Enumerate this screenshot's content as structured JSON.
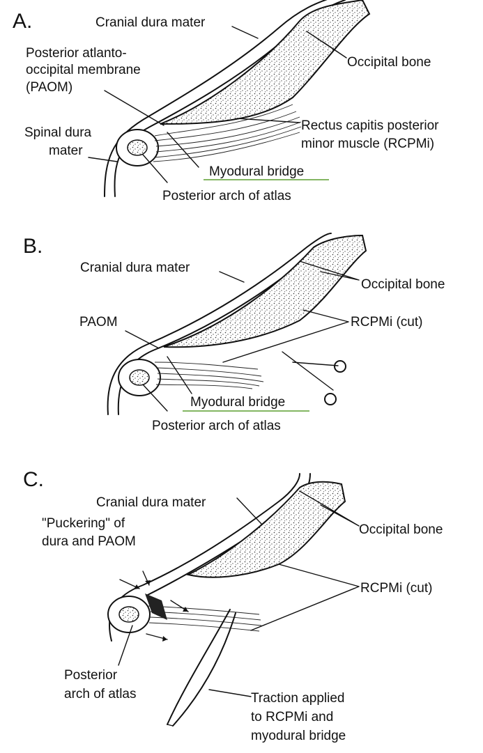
{
  "panels": [
    {
      "letter": "A.",
      "labels": {
        "cranial_dura": "Cranial dura mater",
        "paom_line1": "Posterior atlanto-",
        "paom_line2": "occipital membrane",
        "paom_line3": "(PAOM)",
        "occipital_bone": "Occipital bone",
        "spinal_dura_line1": "Spinal dura",
        "spinal_dura_line2": "mater",
        "rcpmi_line1": "Rectus capitis posterior",
        "rcpmi_line2": "minor muscle (RCPMi)",
        "myodural_bridge": "Myodural bridge",
        "posterior_arch": "Posterior arch of atlas"
      }
    },
    {
      "letter": "B.",
      "labels": {
        "cranial_dura": "Cranial dura mater",
        "occipital_bone": "Occipital bone",
        "paom": "PAOM",
        "rcpmi_cut": "RCPMi (cut)",
        "myodural_bridge": "Myodural bridge",
        "posterior_arch": "Posterior arch of atlas"
      }
    },
    {
      "letter": "C.",
      "labels": {
        "cranial_dura": "Cranial dura mater",
        "puckering_line1": "\"Puckering\" of",
        "puckering_line2": "dura and PAOM",
        "occipital_bone": "Occipital bone",
        "rcpmi_cut": "RCPMi (cut)",
        "posterior_arch_line1": "Posterior",
        "posterior_arch_line2": "arch of atlas",
        "traction_line1": "Traction applied",
        "traction_line2": "to RCPMi and",
        "traction_line3": "myodural bridge"
      }
    }
  ],
  "colors": {
    "ink": "#111111",
    "underline_accent": "#5a9e2f",
    "background": "#ffffff"
  }
}
